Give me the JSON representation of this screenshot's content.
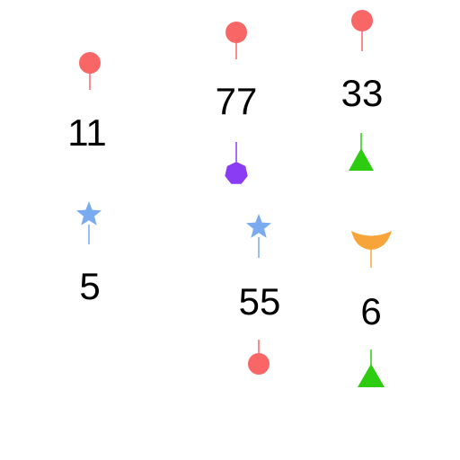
{
  "numbers": {
    "n1": "11",
    "n2": "5",
    "n3": "77",
    "n4": "55",
    "n5": "33",
    "n6": "6"
  },
  "colors": {
    "red": "#f86666",
    "blue": "#7aaaf0",
    "purple": "#8a3cf5",
    "green": "#2ecc11",
    "orange": "#f7a53a"
  },
  "icons": {
    "pin": "pin-icon",
    "star": "star-icon",
    "heptagon": "heptagon-icon",
    "triangle": "triangle-icon",
    "crescent": "crescent-icon"
  }
}
